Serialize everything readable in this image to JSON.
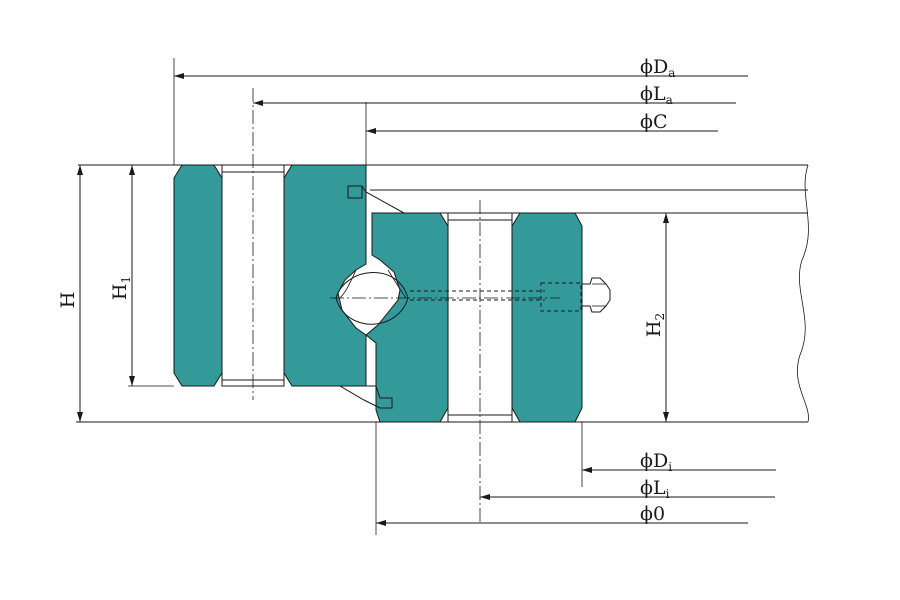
{
  "colors": {
    "ring_fill": "#339999",
    "line": "#1a1a1a",
    "background": "#ffffff"
  },
  "labels": {
    "phi": "ϕ",
    "Da": {
      "main": "D",
      "sub": "a"
    },
    "La": {
      "main": "L",
      "sub": "a"
    },
    "C": {
      "main": "C",
      "sub": ""
    },
    "Di": {
      "main": "D",
      "sub": "i"
    },
    "Li": {
      "main": "L",
      "sub": "i"
    },
    "O": {
      "main": "0",
      "sub": ""
    },
    "H": "H",
    "H1": {
      "main": "H",
      "sub": "1"
    },
    "H2": {
      "main": "H",
      "sub": "2"
    }
  }
}
